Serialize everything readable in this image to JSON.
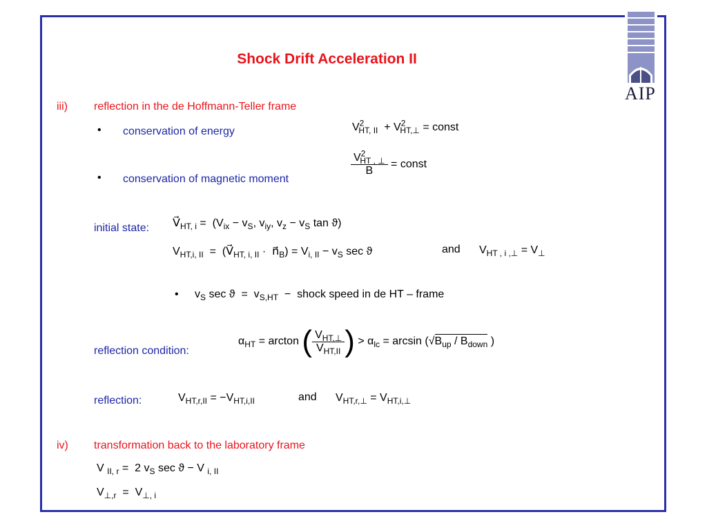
{
  "title": "Shock Drift Acceleration II",
  "logo": {
    "text": "AIP",
    "color": "#2a2fa8"
  },
  "section3": {
    "label": "iii)",
    "heading": "reflection in the de Hoffmann-Teller frame",
    "bullet1": "conservation of energy",
    "bullet2": "conservation of magnetic moment",
    "eq_energy_const": "= const",
    "eq_moment_const": "= const",
    "eq_moment_den": "B"
  },
  "initial_state": {
    "label": "initial state:",
    "and_label": "and"
  },
  "shock_speed": {
    "text": "shock speed  in de HT – frame"
  },
  "reflection_condition": {
    "label": "reflection condition:",
    "arcton": "= arcton",
    "arcsin": "= arcsin"
  },
  "reflection": {
    "label": "reflection:",
    "and_label": "and"
  },
  "section4": {
    "label": "iv)",
    "heading": "transformation back to the laboratory frame"
  },
  "colors": {
    "frame": "#2a2fa8",
    "title": "#e8141b",
    "heading": "#e8141b",
    "label": "#1c26a6"
  }
}
